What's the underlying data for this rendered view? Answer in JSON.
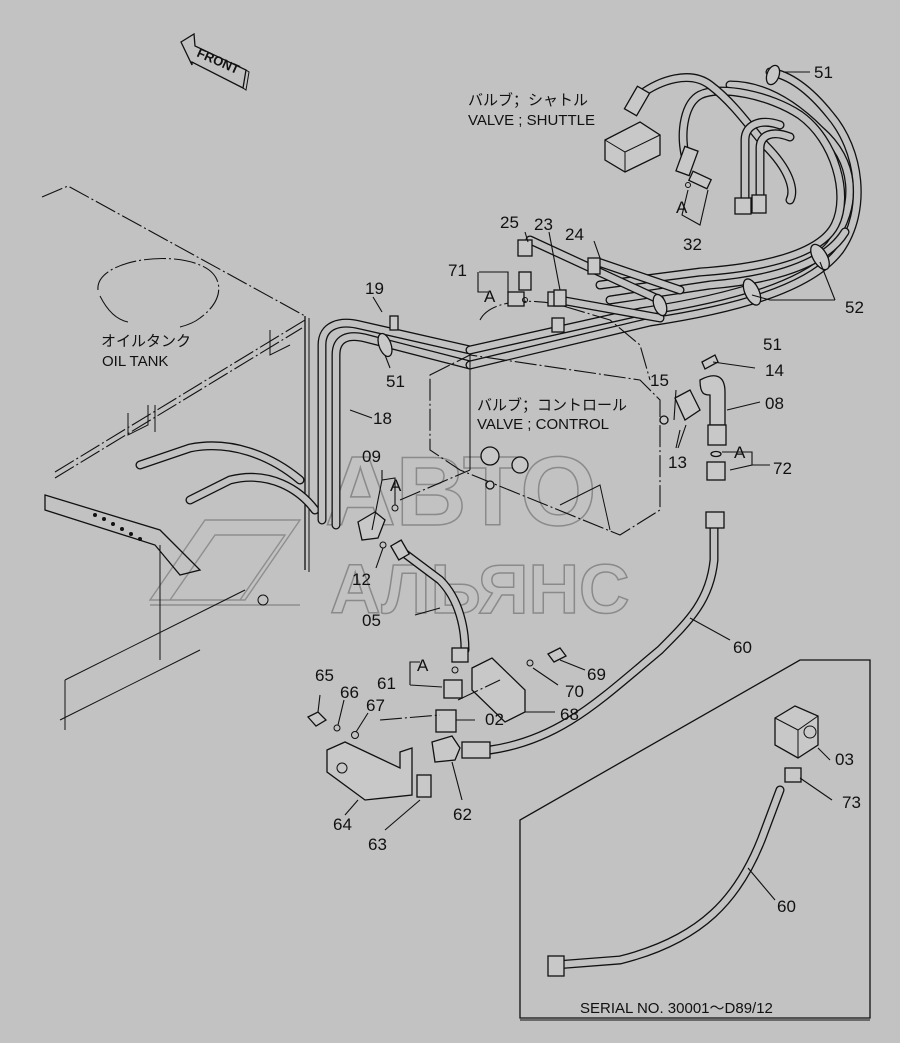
{
  "diagram": {
    "type": "exploded-parts-diagram",
    "background_color": "#c2c2c2",
    "line_color": "#111111",
    "orientation_marker": {
      "icon": "front-arrow-icon",
      "label": "FRONT"
    },
    "components": {
      "oil_tank": {
        "label_jp": "オイルタンク",
        "label_en": "OIL TANK"
      },
      "shuttle_valve": {
        "label_jp": "バルブ；シャトル",
        "label_en": "VALVE ; SHUTTLE"
      },
      "control_valve": {
        "label_jp": "バルブ；コントロール",
        "label_en": "VALVE ; CONTROL"
      }
    },
    "callouts": {
      "p51_top": "51",
      "p52": "52",
      "p32": "32",
      "p25": "25",
      "p23": "23",
      "p24": "24",
      "p71": "71",
      "p19": "19",
      "p51_left": "51",
      "p51_mid": "51",
      "p18": "18",
      "p14": "14",
      "p08": "08",
      "p15": "15",
      "p13": "13",
      "p72": "72",
      "p09": "09",
      "p12": "12",
      "p05": "05",
      "p60_main": "60",
      "p69": "69",
      "p70": "70",
      "p68": "68",
      "p61": "61",
      "p65": "65",
      "p66": "66",
      "p67": "67",
      "p02": "02",
      "p64": "64",
      "p63": "63",
      "p62": "62",
      "p03": "03",
      "p73": "73",
      "p60_inset": "60"
    },
    "reference_marks": {
      "a1": "A",
      "a2": "A",
      "a3": "A",
      "a4": "A",
      "a5": "A"
    },
    "inset": {
      "caption": "SERIAL NO. 30001～D89/12"
    },
    "watermark": {
      "line1": "АВТО",
      "line2": "АЛЬЯНС"
    }
  }
}
